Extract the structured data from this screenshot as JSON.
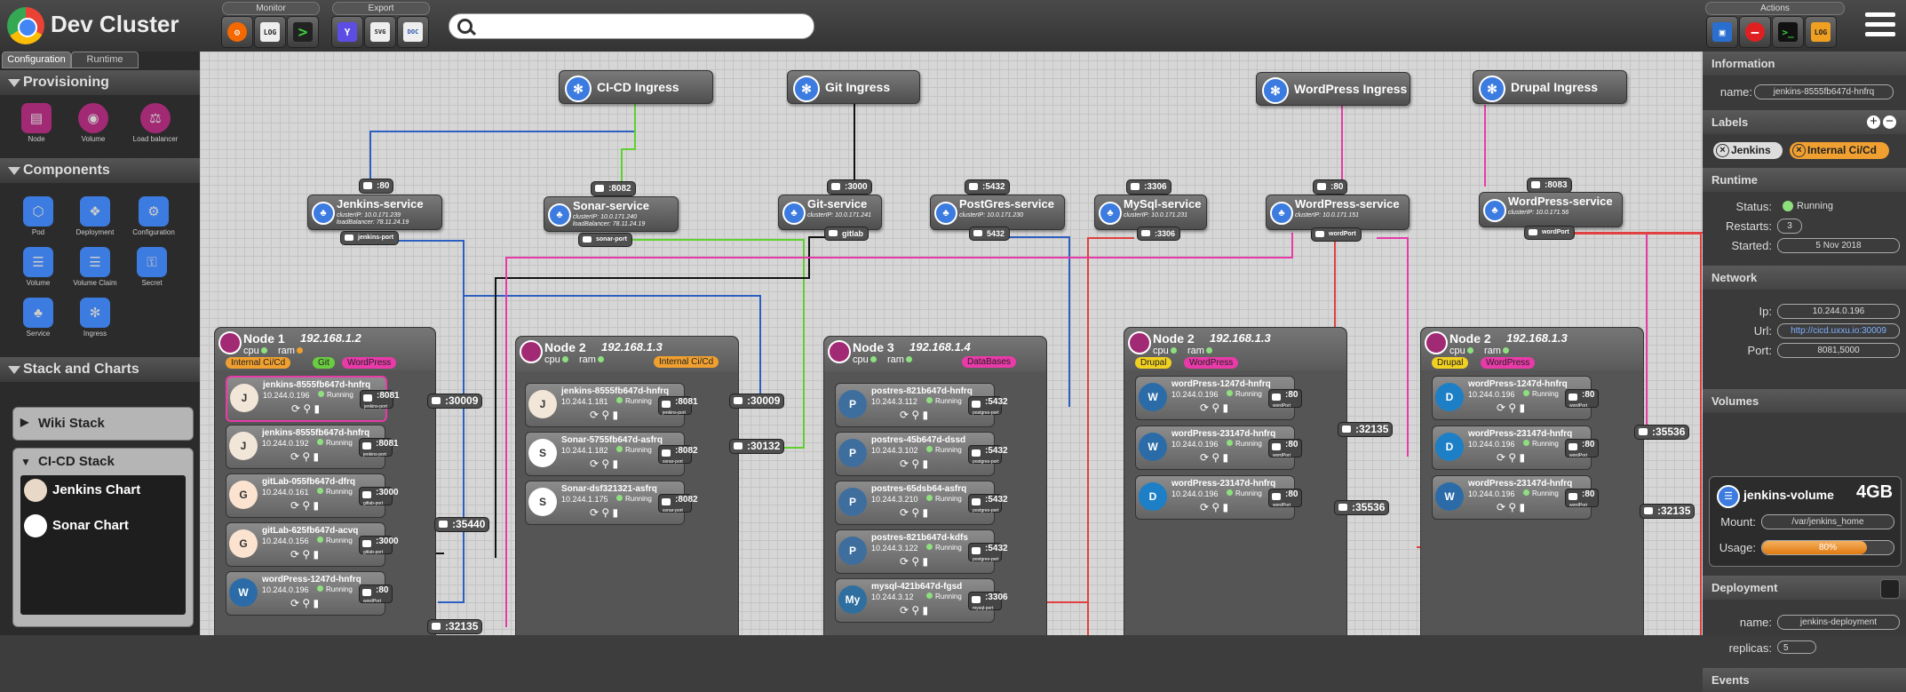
{
  "app": {
    "title": "Dev Cluster"
  },
  "toolbar": {
    "monitor_label": "Monitor",
    "export_label": "Export",
    "actions_label": "Actions",
    "search_placeholder": ""
  },
  "left": {
    "tabs": [
      "Configuration",
      "Runtime"
    ],
    "provisioning": {
      "title": "Provisioning",
      "items": [
        "Node",
        "Volume",
        "Load balancer"
      ]
    },
    "components": {
      "title": "Components",
      "items": [
        "Pod",
        "Deployment",
        "Configuration",
        "Volume",
        "Volume Claim",
        "Secret",
        "Service",
        "Ingress"
      ]
    },
    "stacks": {
      "title": "Stack and Charts",
      "wiki": "Wiki Stack",
      "cicd": "CI-CD Stack",
      "charts": [
        "Jenkins Chart",
        "Sonar Chart"
      ]
    }
  },
  "ingresses": [
    "CI-CD Ingress",
    "Git Ingress",
    "WordPress Ingress",
    "Drupal Ingress"
  ],
  "services": [
    {
      "port": ":80",
      "name": "Jenkins-service",
      "cluster": "clusterIP: 10.0.171.239",
      "lb": "loadBalancer: 78.11.24.19",
      "sub": "jenkins-port"
    },
    {
      "port": ":8082",
      "name": "Sonar-service",
      "cluster": "clusterIP: 10.0.171.240",
      "lb": "loadBalancer: 78.11.24.19",
      "sub": "sonar-port"
    },
    {
      "port": ":3000",
      "name": "Git-service",
      "cluster": "clusterIP: 10.0.171.241",
      "sub": "gitlab"
    },
    {
      "port": ":5432",
      "name": "PostGres-service",
      "cluster": "clusterIP: 10.0.171.230",
      "sub": "5432"
    },
    {
      "port": ":3306",
      "name": "MySql-service",
      "cluster": "clusterIP: 10.0.171.231",
      "sub": ":3306"
    },
    {
      "port": ":80",
      "name": "WordPress-service",
      "cluster": "clusterIP: 10.0.171.151",
      "sub": "wordPort"
    },
    {
      "port": ":8083",
      "name": "WordPress-service",
      "cluster": "clusterIP: 10.0.171.56",
      "sub": "wordPort"
    }
  ],
  "nodes": [
    {
      "name": "Node 1",
      "ip": "192.168.1.2",
      "cpu": "cpu",
      "ram": "ram",
      "tags": [
        "Internal Ci/Cd",
        "Git",
        "WordPress"
      ],
      "pods": [
        {
          "name": "jenkins-8555fb647d-hnfrq",
          "ip": "10.244.0.196",
          "status": "Running",
          "port": ":8081",
          "pname": "jenkins-port",
          "img": "J"
        },
        {
          "name": "jenkins-8555fb647d-hnfrq",
          "ip": "10.244.0.192",
          "status": "Running",
          "port": ":8081",
          "pname": "jenkins-port",
          "img": "J"
        },
        {
          "name": "gitLab-055fb647d-dfrq",
          "ip": "10.244.0.161",
          "status": "Running",
          "port": ":3000",
          "pname": "gitlab-port",
          "img": "G"
        },
        {
          "name": "gitLab-625fb647d-acvq",
          "ip": "10.244.0.156",
          "status": "Running",
          "port": ":3000",
          "pname": "gitlab-port",
          "img": "G"
        },
        {
          "name": "wordPress-1247d-hnfrq",
          "ip": "10.244.0.196",
          "status": "Running",
          "port": ":80",
          "pname": "wordPort",
          "img": "W"
        }
      ]
    },
    {
      "name": "Node 2",
      "ip": "192.168.1.3",
      "cpu": "cpu",
      "ram": "ram",
      "tags": [
        "Internal Ci/Cd"
      ],
      "pods": [
        {
          "name": "jenkins-8555fb647d-hnfrq",
          "ip": "10.244.1.181",
          "status": "Running",
          "port": ":8081",
          "pname": "jenkins-port",
          "img": "J"
        },
        {
          "name": "Sonar-5755fb647d-asfrq",
          "ip": "10.244.1.182",
          "status": "Running",
          "port": ":8082",
          "pname": "sonar-port",
          "img": "S"
        },
        {
          "name": "Sonar-dsf321321-asfrq",
          "ip": "10.244.1.175",
          "status": "Running",
          "port": ":8082",
          "pname": "sonar-port",
          "img": "S"
        }
      ]
    },
    {
      "name": "Node 3",
      "ip": "192.168.1.4",
      "cpu": "cpu",
      "ram": "ram",
      "tags": [
        "DataBases"
      ],
      "pods": [
        {
          "name": "postres-821b647d-hnfrq",
          "ip": "10.244.3.112",
          "status": "Running",
          "port": ":5432",
          "pname": "postgres-port",
          "img": "P"
        },
        {
          "name": "postres-45b647d-dssd",
          "ip": "10.244.3.102",
          "status": "Running",
          "port": ":5432",
          "pname": "postgres-port",
          "img": "P"
        },
        {
          "name": "postres-65dsb64-asfrq",
          "ip": "10.244.3.210",
          "status": "Running",
          "port": ":5432",
          "pname": "postgres-port",
          "img": "P"
        },
        {
          "name": "postres-821b647d-kdfs",
          "ip": "10.244.3.122",
          "status": "Running",
          "port": ":5432",
          "pname": "postgres-port",
          "img": "P"
        },
        {
          "name": "mysql-421b647d-fgsd",
          "ip": "10.244.3.12",
          "status": "Running",
          "port": ":3306",
          "pname": "mysql-port",
          "img": "My"
        }
      ]
    },
    {
      "name": "Node 2",
      "ip": "192.168.1.3",
      "cpu": "cpu",
      "ram": "ram",
      "tags": [
        "Drupal",
        "WordPress"
      ],
      "pods": [
        {
          "name": "wordPress-1247d-hnfrq",
          "ip": "10.244.0.196",
          "status": "Running",
          "port": ":80",
          "pname": "wordPort",
          "img": "W"
        },
        {
          "name": "wordPress-23147d-hnfrq",
          "ip": "10.244.0.196",
          "status": "Running",
          "port": ":80",
          "pname": "wordPort",
          "img": "W"
        },
        {
          "name": "wordPress-23147d-hnfrq",
          "ip": "10.244.0.196",
          "status": "Running",
          "port": ":80",
          "pname": "wordPort",
          "img": "D"
        }
      ]
    },
    {
      "name": "Node 2",
      "ip": "192.168.1.3",
      "cpu": "cpu",
      "ram": "ram",
      "tags": [
        "Drupal",
        "WordPress"
      ],
      "pods": [
        {
          "name": "wordPress-1247d-hnfrq",
          "ip": "10.244.0.196",
          "status": "Running",
          "port": ":80",
          "pname": "wordPort",
          "img": "D"
        },
        {
          "name": "wordPress-23147d-hnfrq",
          "ip": "10.244.0.196",
          "status": "Running",
          "port": ":80",
          "pname": "wordPort",
          "img": "D"
        },
        {
          "name": "wordPress-23147d-hnfrq",
          "ip": "10.244.0.196",
          "status": "Running",
          "port": ":80",
          "pname": "wordPort",
          "img": "W"
        }
      ]
    }
  ],
  "node_ports": [
    ":30009",
    ":35440",
    ":32135",
    ":30009",
    ":30132",
    ":32135",
    ":35536",
    ":35536",
    ":32135"
  ],
  "inspector": {
    "information": "Information",
    "name_label": "name:",
    "name": "jenkins-8555fb647d-hnfrq",
    "labels": "Labels",
    "label_chips": [
      "Jenkins",
      "Internal Ci/Cd"
    ],
    "runtime": "Runtime",
    "status_label": "Status:",
    "status": "Running",
    "restarts_label": "Restarts:",
    "restarts": "3",
    "started_label": "Started:",
    "started": "5 Nov 2018",
    "network": "Network",
    "ip_label": "Ip:",
    "ip": "10.244.0.196",
    "url_label": "Url:",
    "url": "http://cicd.uxxu.io:30009",
    "port_label": "Port:",
    "port": "8081,5000",
    "volumes": "Volumes",
    "vol_name": "jenkins-volume",
    "vol_size": "4GB",
    "mount_label": "Mount:",
    "mount": "/var/jenkins_home",
    "usage_label": "Usage:",
    "usage": "80%",
    "usage_value": 0.8,
    "deployment": "Deployment",
    "dep_name_label": "name:",
    "dep_name": "jenkins-deployment",
    "replicas_label": "replicas:",
    "replicas": "5",
    "events": "Events"
  },
  "colors": {
    "blue_wire": "#2d5fc0",
    "green_wire": "#5fd030",
    "black_wire": "#111111",
    "pink_wire": "#e83aa8",
    "red_wire": "#e04040",
    "orange_tag": "#f0a030",
    "green_tag": "#6acc40",
    "pink_tag": "#e83aa8",
    "yellow_tag": "#f0d020"
  }
}
